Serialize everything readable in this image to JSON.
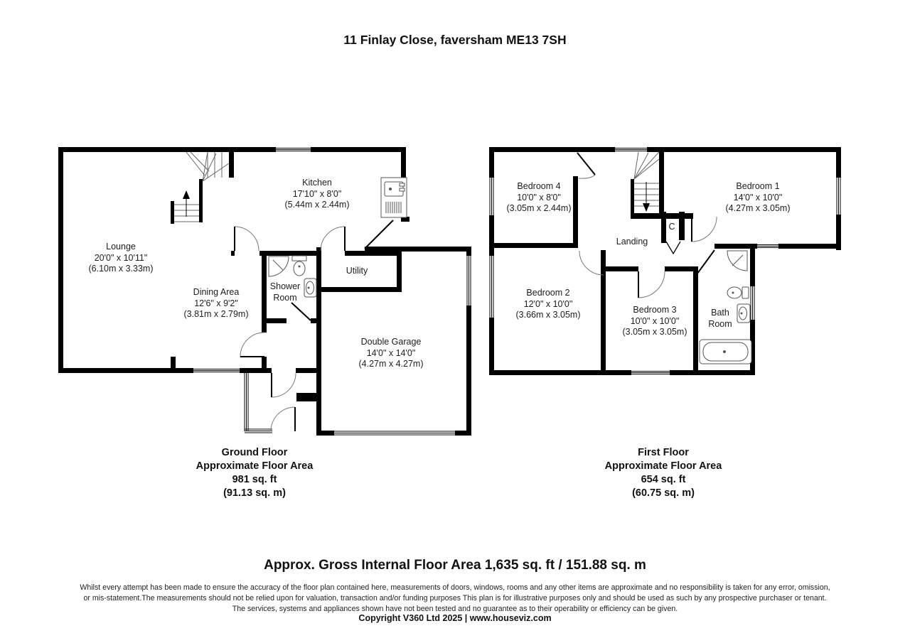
{
  "title": "11 Finlay Close, faversham ME13 7SH",
  "ground": {
    "rooms": {
      "lounge": [
        "Lounge",
        "20'0\" x 10'11\"",
        "(6.10m x 3.33m)"
      ],
      "kitchen": [
        "Kitchen",
        "17'10\" x 8'0\"",
        "(5.44m x 2.44m)"
      ],
      "dining": [
        "Dining Area",
        "12'6\" x 9'2\"",
        "(3.81m x 2.79m)"
      ],
      "shower": [
        "Shower",
        "Room"
      ],
      "utility": [
        "Utility"
      ],
      "garage": [
        "Double Garage",
        "14'0\" x 14'0\"",
        "(4.27m x 4.27m)"
      ]
    },
    "caption": [
      "Ground Floor",
      "Approximate Floor Area",
      "981 sq. ft",
      "(91.13 sq. m)"
    ]
  },
  "first": {
    "rooms": {
      "bedroom4": [
        "Bedroom 4",
        "10'0\" x 8'0\"",
        "(3.05m x 2.44m)"
      ],
      "bedroom1": [
        "Bedroom 1",
        "14'0\" x 10'0\"",
        "(4.27m x 3.05m)"
      ],
      "bedroom2": [
        "Bedroom 2",
        "12'0\" x 10'0\"",
        "(3.66m x 3.05m)"
      ],
      "bedroom3": [
        "Bedroom 3",
        "10'0\" x 10'0\"",
        "(3.05m x 3.05m)"
      ],
      "landing": [
        "Landing"
      ],
      "cupboard": [
        "C"
      ],
      "bathroom": [
        "Bath",
        "Room"
      ]
    },
    "caption": [
      "First Floor",
      "Approximate Floor Area",
      "654 sq. ft",
      "(60.75 sq. m)"
    ]
  },
  "summary": "Approx. Gross Internal Floor Area 1,635 sq. ft / 151.88 sq. m",
  "disclaimer": [
    "Whilst every attempt has been made to ensure the accuracy of the floor plan contained here, measurements of doors, windows, rooms and any other items are approximate and no responsibility is taken for any error, omission,",
    "or mis-statement.The measurements should not be relied upon for valuation, transaction and/or funding purposes This plan is for illustrative purposes only and should be used as such by any prospective purchaser or tenant.",
    "The services, systems and appliances shown have not been tested and no guarantee as to their operability or efficiency can be given."
  ],
  "copyright": "Copyright V360 Ltd 2025 | www.houseviz.com",
  "colors": {
    "wall": "#000000",
    "arc": "#777777",
    "fixture": "#555555"
  }
}
